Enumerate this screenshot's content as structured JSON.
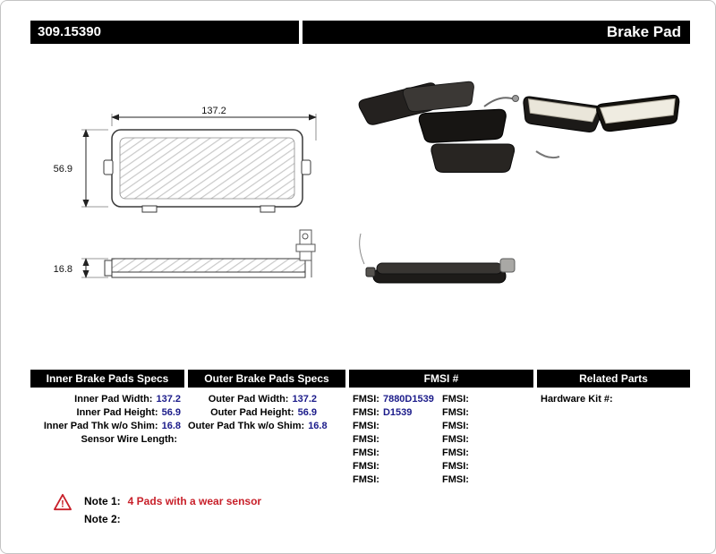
{
  "header": {
    "part_number": "309.15390",
    "page_title": "Brake Pad"
  },
  "drawing": {
    "width_dim": "137.2",
    "height_dim": "56.9",
    "thickness_dim": "16.8"
  },
  "icons": {
    "warning_glyph": "!"
  },
  "specs": {
    "inner": {
      "title": "Inner Brake Pads Specs",
      "rows": [
        {
          "label": "Inner Pad Width:",
          "value": "137.2"
        },
        {
          "label": "Inner Pad Height:",
          "value": "56.9"
        },
        {
          "label": "Inner Pad Thk w/o Shim:",
          "value": "16.8"
        },
        {
          "label": "Sensor Wire Length:",
          "value": ""
        }
      ]
    },
    "outer": {
      "title": "Outer Brake Pads Specs",
      "rows": [
        {
          "label": "Outer Pad Width:",
          "value": "137.2"
        },
        {
          "label": "Outer Pad Height:",
          "value": "56.9"
        },
        {
          "label": "Outer Pad Thk w/o Shim:",
          "value": "16.8"
        }
      ]
    },
    "fmsi": {
      "title": "FMSI #",
      "left_rows": [
        {
          "label": "FMSI:",
          "value": "7880D1539"
        },
        {
          "label": "FMSI:",
          "value": "D1539"
        },
        {
          "label": "FMSI:",
          "value": ""
        },
        {
          "label": "FMSI:",
          "value": ""
        },
        {
          "label": "FMSI:",
          "value": ""
        },
        {
          "label": "FMSI:",
          "value": ""
        },
        {
          "label": "FMSI:",
          "value": ""
        }
      ],
      "right_rows": [
        {
          "label": "FMSI:",
          "value": ""
        },
        {
          "label": "FMSI:",
          "value": ""
        },
        {
          "label": "FMSI:",
          "value": ""
        },
        {
          "label": "FMSI:",
          "value": ""
        },
        {
          "label": "FMSI:",
          "value": ""
        },
        {
          "label": "FMSI:",
          "value": ""
        },
        {
          "label": "FMSI:",
          "value": ""
        }
      ]
    },
    "related": {
      "title": "Related Parts",
      "rows": [
        {
          "label": "Hardware Kit #:",
          "value": ""
        }
      ]
    }
  },
  "notes": {
    "note1_label": "Note 1:",
    "note1_text": "4 Pads with a wear sensor",
    "note2_label": "Note 2:",
    "note2_text": ""
  }
}
